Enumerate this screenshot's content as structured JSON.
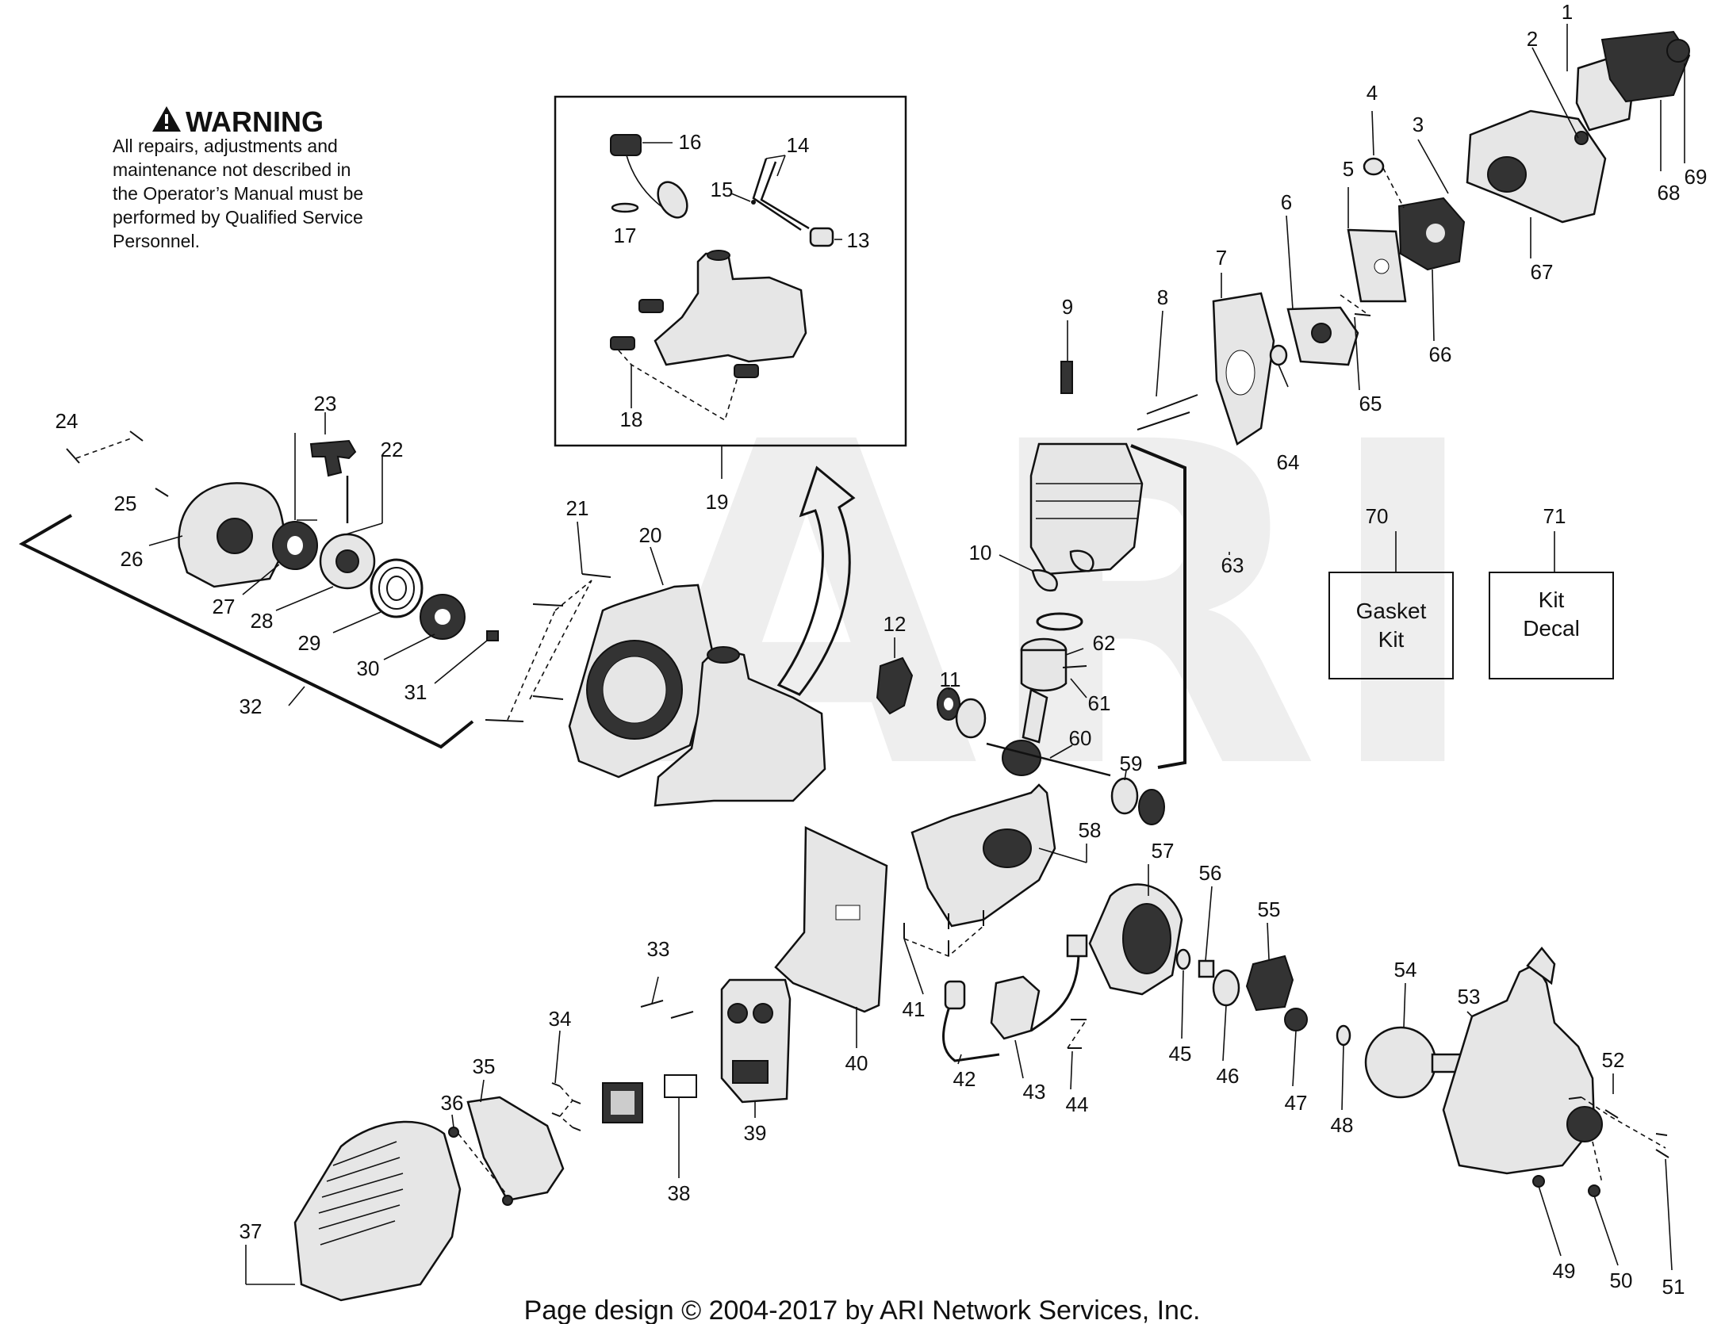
{
  "warning": {
    "title": "WARNING",
    "lines": [
      "All repairs, adjustments and",
      "maintenance not described in",
      "the Operator’s Manual must be",
      "performed by Qualified Service",
      "Personnel."
    ]
  },
  "watermark": "ARI",
  "kits": {
    "gasket": {
      "number": "70",
      "line1": "Gasket",
      "line2": "Kit"
    },
    "decal": {
      "number": "71",
      "line1": "Kit",
      "line2": "Decal"
    }
  },
  "labels": {
    "p1": "1",
    "p2": "2",
    "p3": "3",
    "p4": "4",
    "p5": "5",
    "p6": "6",
    "p7": "7",
    "p8": "8",
    "p9": "9",
    "p10": "10",
    "p11": "11",
    "p12": "12",
    "p13": "13",
    "p14": "14",
    "p15": "15",
    "p16": "16",
    "p17": "17",
    "p18": "18",
    "p19": "19",
    "p20": "20",
    "p21": "21",
    "p22": "22",
    "p23": "23",
    "p24": "24",
    "p25": "25",
    "p26": "26",
    "p27": "27",
    "p28": "28",
    "p29": "29",
    "p30": "30",
    "p31": "31",
    "p32": "32",
    "p33": "33",
    "p34": "34",
    "p35": "35",
    "p36": "36",
    "p37": "37",
    "p38": "38",
    "p39": "39",
    "p40": "40",
    "p41": "41",
    "p42": "42",
    "p43": "43",
    "p44": "44",
    "p45": "45",
    "p46": "46",
    "p47": "47",
    "p48": "48",
    "p49": "49",
    "p50": "50",
    "p51": "51",
    "p52": "52",
    "p53": "53",
    "p54": "54",
    "p55": "55",
    "p56": "56",
    "p57": "57",
    "p58": "58",
    "p59": "59",
    "p60": "60",
    "p61": "61",
    "p62": "62",
    "p63": "63",
    "p64": "64",
    "p65": "65",
    "p66": "66",
    "p67": "67",
    "p68": "68",
    "p69": "69"
  },
  "footer": "Page design © 2004-2017 by ARI Network Services, Inc."
}
